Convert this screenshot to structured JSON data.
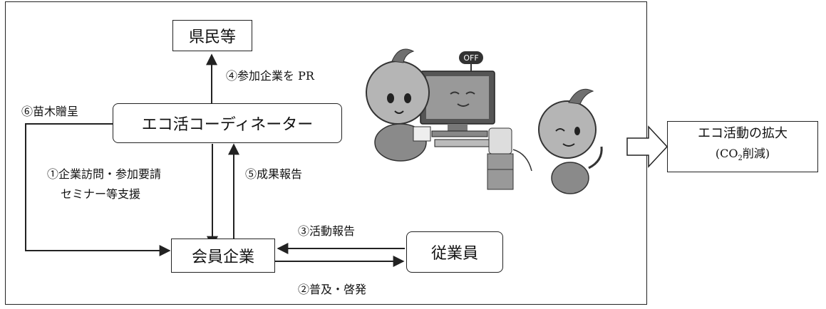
{
  "nodes": {
    "kenmin": "県民等",
    "coordinator": "エコ活コーディネーター",
    "member": "会員企業",
    "employee": "従業員",
    "result_line1": "エコ活動の拡大",
    "result_line2": "(CO",
    "result_sub": "2",
    "result_line2_tail": "削減)"
  },
  "edges": {
    "pr": "④参加企業を PR",
    "seedling": "⑥苗木贈呈",
    "visit_line1": "①企業訪問・参加要請",
    "visit_line2": "セミナー等支援",
    "report": "⑤成果報告",
    "activity": "③活動報告",
    "promotion": "②普及・啓発"
  },
  "illustration": {
    "badge": "OFF"
  },
  "colors": {
    "line": "#222222",
    "mascot_fill": "#b5b5b5",
    "mascot_dark": "#6f6f6f"
  }
}
